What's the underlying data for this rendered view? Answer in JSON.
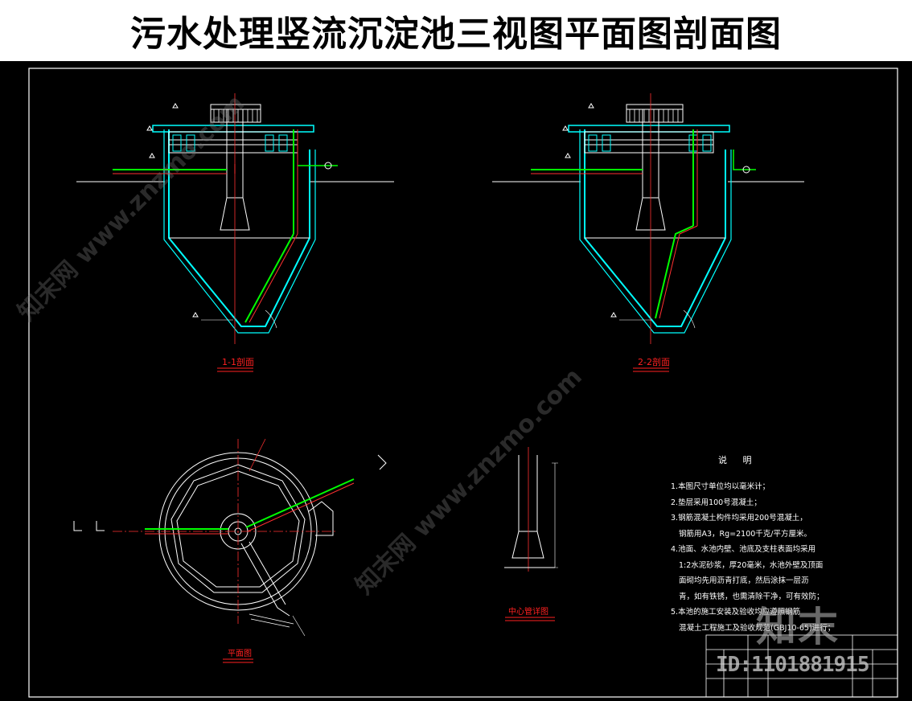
{
  "title": "污水处理竖流沉淀池三视图平面图剖面图",
  "section_1_label": "1-1剖面",
  "section_2_label": "2-2剖面",
  "plan_label": "平面图",
  "center_pipe_label": "中心管详图",
  "notes": {
    "heading": "说 明",
    "lines": [
      "1.本图尺寸单位均以毫米计；",
      "2.垫层采用100号混凝土；",
      "3.钢筋混凝土构件均采用200号混凝土，",
      "钢筋用A3，Rg=2100千克/平方厘米。",
      "4.池面、水池内壁、池底及支柱表面均采用",
      "1:2水泥砂浆，厚20毫米，水池外壁及顶面",
      "面砌均先用沥青打底，然后涂抹一层沥",
      "青，如有铁锈，也需清除干净，可有效防；",
      "5.本池的施工安装及验收均应遵照钢筋",
      "混凝土工程施工及验收规范(GBJ10-65)进行；"
    ]
  },
  "watermark": {
    "brand": "知末",
    "id": "ID:1101881915",
    "site": "知末网 www.znzmo.com"
  },
  "colors": {
    "background": "#000000",
    "wall": "#00ffff",
    "pipe": "#ff3030",
    "inner_pipe": "#00ff00",
    "line": "#ffffff",
    "label_red": "#ff2020"
  }
}
